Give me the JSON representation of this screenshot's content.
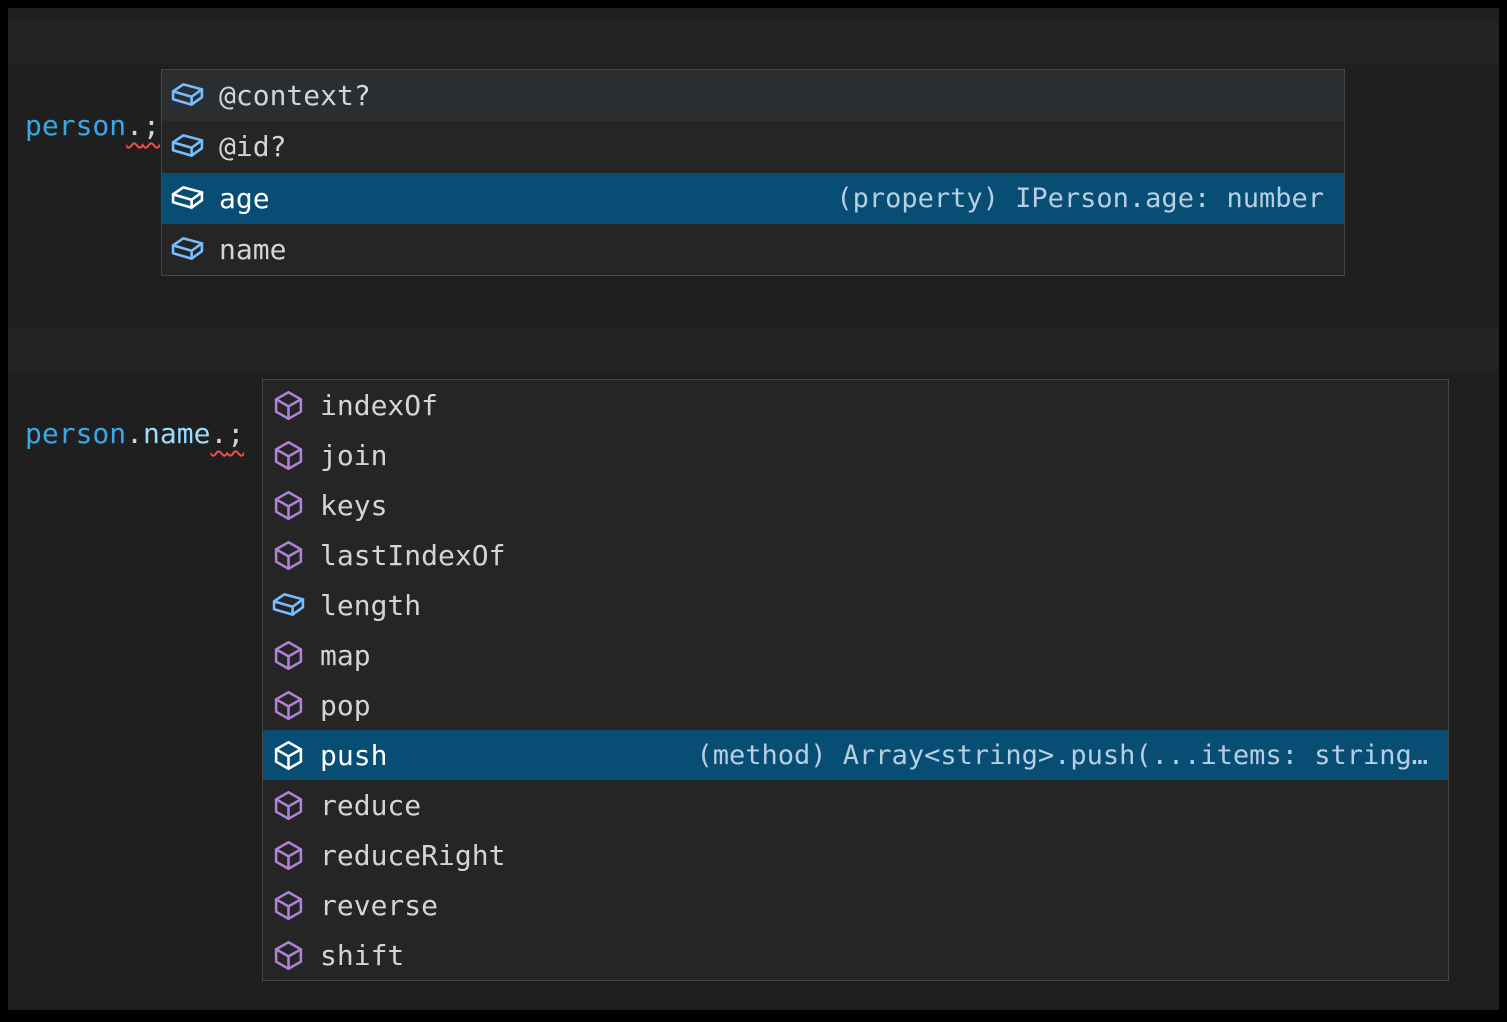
{
  "colors": {
    "selection_bg": "#084d73",
    "widget_bg": "#252526",
    "widget_border": "#464646",
    "hover_bg": "#2a2e31",
    "label": "#d4d4d4",
    "label_selected": "#ffffff",
    "detail_selected": "#b7cfe2",
    "variable_blue": "#38a8e8",
    "property_blue": "#9cdcfe",
    "squiggle_red": "#f14c4c",
    "icon_field_blue": "#75beff",
    "icon_method_purple": "#b180d7",
    "editor_bg": "#1f1f1f"
  },
  "snippet1": {
    "tokens": [
      {
        "text": "person",
        "style": "variable"
      },
      {
        "text": ".",
        "style": "punct",
        "squiggle": true
      },
      {
        "text": ";",
        "style": "punct",
        "squiggle": true
      }
    ],
    "suggest_items": [
      {
        "label": "@context?",
        "icon": "field",
        "hover": true
      },
      {
        "label": "@id?",
        "icon": "field"
      },
      {
        "label": "age",
        "icon": "field",
        "selected": true,
        "detail": "(property) IPerson.age: number"
      },
      {
        "label": "name",
        "icon": "field"
      }
    ]
  },
  "snippet2": {
    "tokens": [
      {
        "text": "person",
        "style": "variable"
      },
      {
        "text": ".",
        "style": "punct"
      },
      {
        "text": "name",
        "style": "property"
      },
      {
        "text": ".",
        "style": "punct",
        "squiggle": true
      },
      {
        "text": ";",
        "style": "punct",
        "squiggle": true
      }
    ],
    "suggest_items": [
      {
        "label": "indexOf",
        "icon": "method"
      },
      {
        "label": "join",
        "icon": "method"
      },
      {
        "label": "keys",
        "icon": "method"
      },
      {
        "label": "lastIndexOf",
        "icon": "method"
      },
      {
        "label": "length",
        "icon": "field"
      },
      {
        "label": "map",
        "icon": "method"
      },
      {
        "label": "pop",
        "icon": "method"
      },
      {
        "label": "push",
        "icon": "method",
        "selected": true,
        "detail": "(method) Array<string>.push(...items: string…"
      },
      {
        "label": "reduce",
        "icon": "method"
      },
      {
        "label": "reduceRight",
        "icon": "method"
      },
      {
        "label": "reverse",
        "icon": "method"
      },
      {
        "label": "shift",
        "icon": "method"
      }
    ]
  }
}
